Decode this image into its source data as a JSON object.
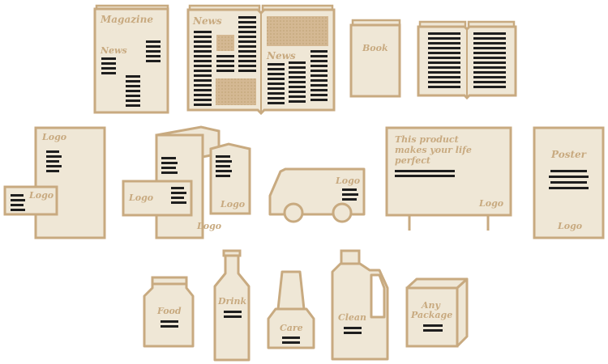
{
  "colors": {
    "paper": "#efe7d6",
    "outline": "#c8aa80",
    "accent": "#c8aa80",
    "ink": "#1e1e1e",
    "background": "#ffffff"
  },
  "labels": {
    "magazine": "Magazine",
    "magazine_news": "News",
    "newspaper_news_left": "News",
    "newspaper_news_right": "News",
    "book": "Book",
    "letterhead_logo": "Logo",
    "card_logo": "Logo",
    "brochure_card_logo": "Logo",
    "brochure_front_logo": "Logo",
    "brochure_bottom_logo": "Logo",
    "van_logo": "Logo",
    "billboard_text": [
      "This product",
      "makes your life",
      "perfect"
    ],
    "billboard_logo": "Logo",
    "poster_title": "Poster",
    "poster_logo": "Logo",
    "jar": "Food",
    "bottle": "Drink",
    "care": "Care",
    "cleaner": "Clean",
    "package": [
      "Any",
      "Package"
    ]
  }
}
